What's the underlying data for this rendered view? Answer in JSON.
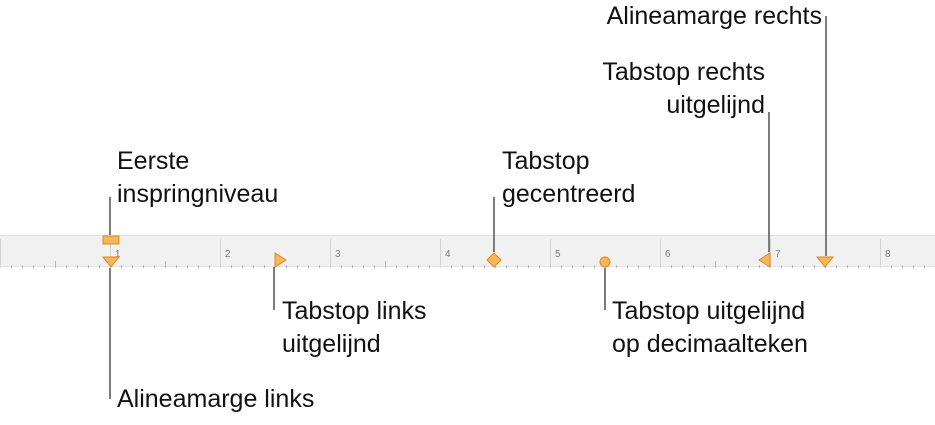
{
  "ruler": {
    "ticks": [
      "1",
      "2",
      "3",
      "4",
      "5",
      "6",
      "7",
      "8"
    ],
    "colors": {
      "background": "#f1f1f1",
      "tick": "#b8b8b8",
      "marker_fill": "#f6b65b",
      "marker_stroke": "#e08a1e",
      "leader": "#7c7c7c"
    }
  },
  "labels": {
    "first_indent": [
      "Eerste",
      "inspringniveau"
    ],
    "center_tab": [
      "Tabstop",
      "gecentreerd"
    ],
    "right_tab": [
      "Tabstop rechts",
      "uitgelijnd"
    ],
    "right_margin": [
      "Alineamarge rechts"
    ],
    "left_tab": [
      "Tabstop links",
      "uitgelijnd"
    ],
    "decimal_tab": [
      "Tabstop uitgelijnd",
      "op decimaalteken"
    ],
    "left_margin": [
      "Alineamarge links"
    ]
  }
}
